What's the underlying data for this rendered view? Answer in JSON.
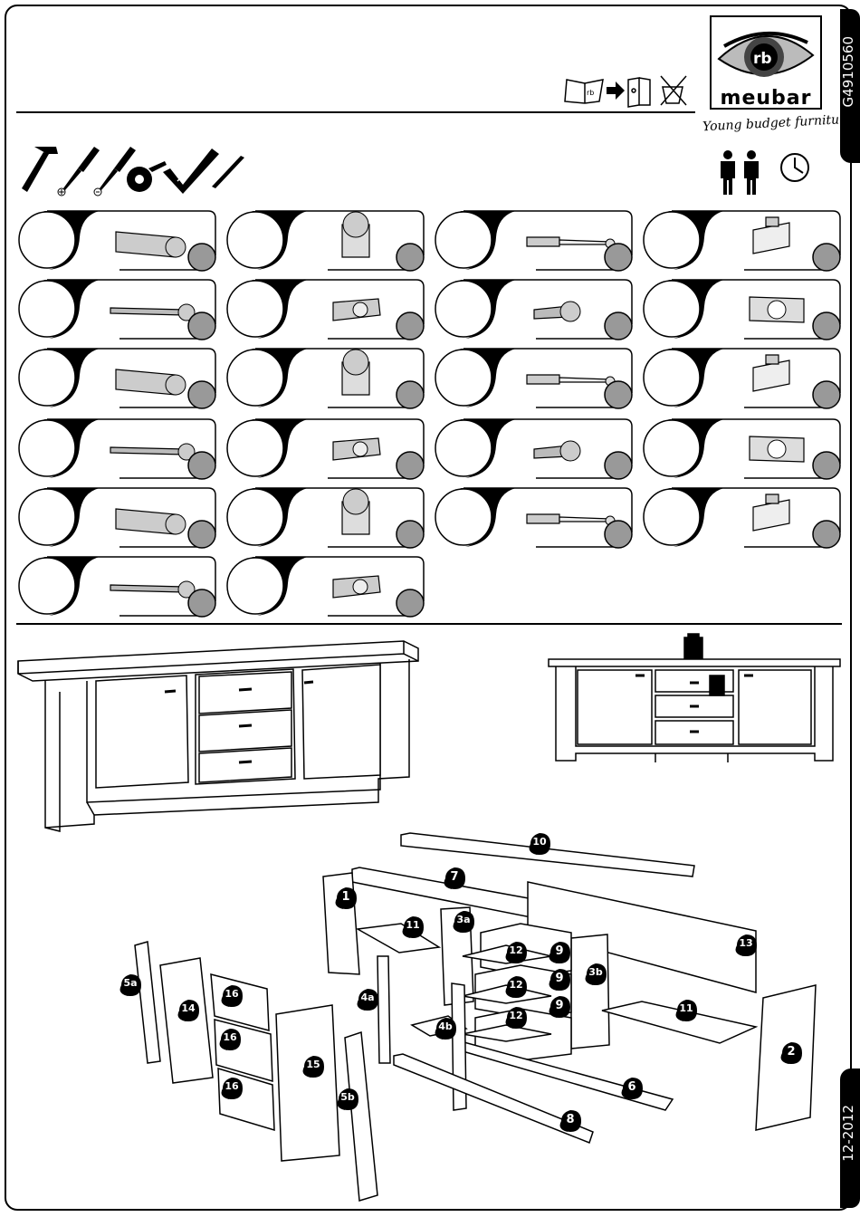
{
  "document": {
    "article_code": "G4910560",
    "date_code": "12-2012",
    "brand": "meubar",
    "tagline": "Young budget furniture",
    "logo_lettering": "rb"
  },
  "icons": {
    "header": [
      "manual-book-icon",
      "arrow-right-icon",
      "binder-icon",
      "no-wash-icon"
    ],
    "tools": [
      "hammer-icon",
      "phillips-screwdriver-icon",
      "flat-screwdriver-icon",
      "tape-measure-icon",
      "square-ruler-icon",
      "pencil-icon"
    ],
    "people_count": 2,
    "time": "clock-icon"
  },
  "hardware": [
    {
      "icon": "wooden-dowel-icon"
    },
    {
      "icon": "cam-lock-icon"
    },
    {
      "icon": "cam-bolt-icon"
    },
    {
      "icon": "shelf-support-icon"
    },
    {
      "icon": "hinge-plate-icon"
    },
    {
      "icon": "cabinet-hinge-icon"
    },
    {
      "icon": "short-screw-icon"
    },
    {
      "icon": "wood-screw-icon"
    },
    {
      "icon": "corner-bracket-icon"
    },
    {
      "icon": "drawer-handle-icon"
    },
    {
      "icon": "long-screw-icon"
    },
    {
      "icon": "glide-icon"
    },
    {
      "icon": "extra-long-screw-icon"
    },
    {
      "icon": "plastic-block-icon"
    },
    {
      "icon": "chipboard-screw-icon"
    },
    {
      "icon": "connector-sleeve-icon"
    },
    {
      "icon": "expanding-bolt-icon"
    },
    {
      "icon": "cam-lock-2-icon"
    },
    {
      "icon": "euro-screw-icon"
    },
    {
      "icon": "drawer-runner-icon"
    },
    {
      "icon": "nail-icon"
    },
    {
      "icon": "washer-screw-icon"
    }
  ],
  "panel_labels": [
    "1",
    "2",
    "3a",
    "3b",
    "4a",
    "4b",
    "5a",
    "5b",
    "6",
    "7",
    "8",
    "9",
    "9",
    "9",
    "10",
    "11",
    "11",
    "12",
    "12",
    "12",
    "13",
    "14",
    "15",
    "16",
    "16",
    "16"
  ],
  "colors": {
    "ink": "#000000",
    "grey": "#999999",
    "paper": "#ffffff"
  }
}
